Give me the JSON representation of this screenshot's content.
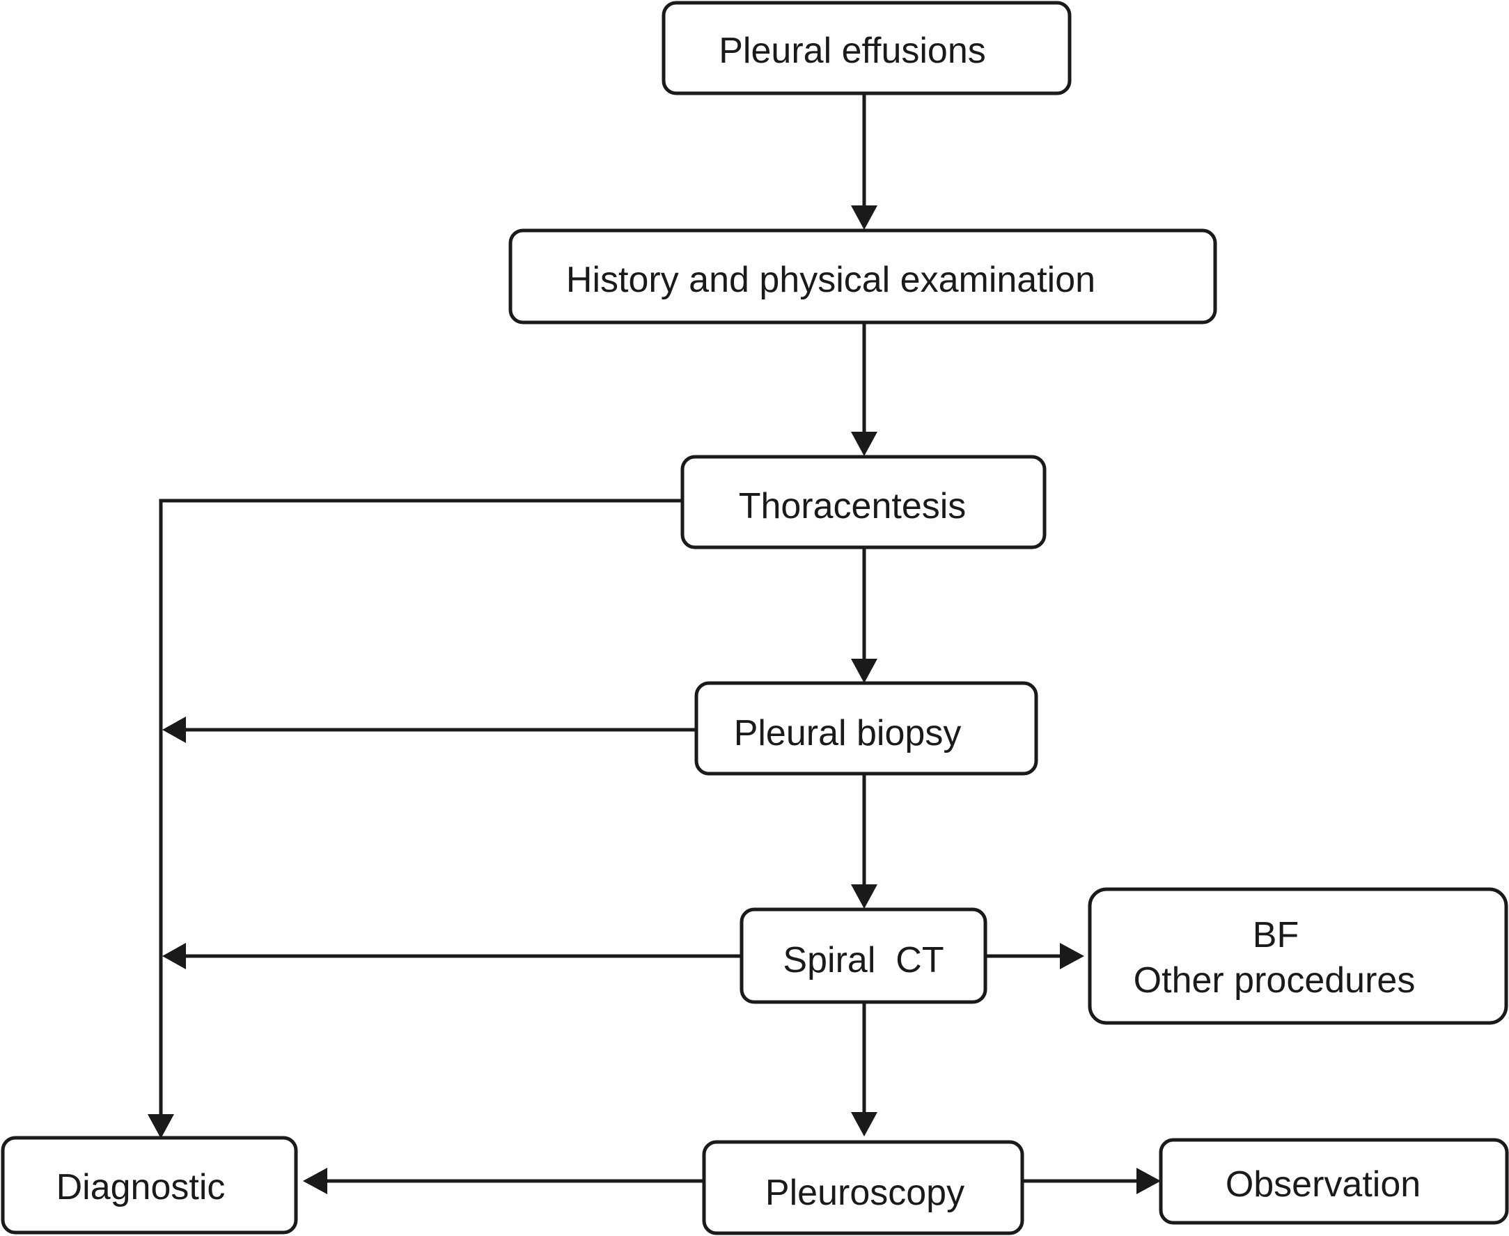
{
  "diagram": {
    "type": "flowchart",
    "line_color": "#1a1a1a",
    "background": "#ffffff",
    "nodes": {
      "pleural_effusions": "Pleural effusions",
      "history_exam": "History and physical examination",
      "thoracentesis": "Thoracentesis",
      "pleural_biopsy": "Pleural biopsy",
      "spiral_ct": "Spiral  CT",
      "bf_other": {
        "line1": "BF",
        "line2": "Other procedures"
      },
      "diagnostic": "Diagnostic",
      "pleuroscopy": "Pleuroscopy",
      "observation": "Observation"
    },
    "edges": [
      {
        "from": "pleural_effusions",
        "to": "history_exam"
      },
      {
        "from": "history_exam",
        "to": "thoracentesis"
      },
      {
        "from": "thoracentesis",
        "to": "pleural_biopsy"
      },
      {
        "from": "thoracentesis",
        "to": "diagnostic"
      },
      {
        "from": "pleural_biopsy",
        "to": "spiral_ct"
      },
      {
        "from": "pleural_biopsy",
        "to": "diagnostic"
      },
      {
        "from": "spiral_ct",
        "to": "bf_other"
      },
      {
        "from": "spiral_ct",
        "to": "pleuroscopy"
      },
      {
        "from": "spiral_ct",
        "to": "diagnostic"
      },
      {
        "from": "pleuroscopy",
        "to": "diagnostic"
      },
      {
        "from": "pleuroscopy",
        "to": "observation"
      }
    ]
  }
}
